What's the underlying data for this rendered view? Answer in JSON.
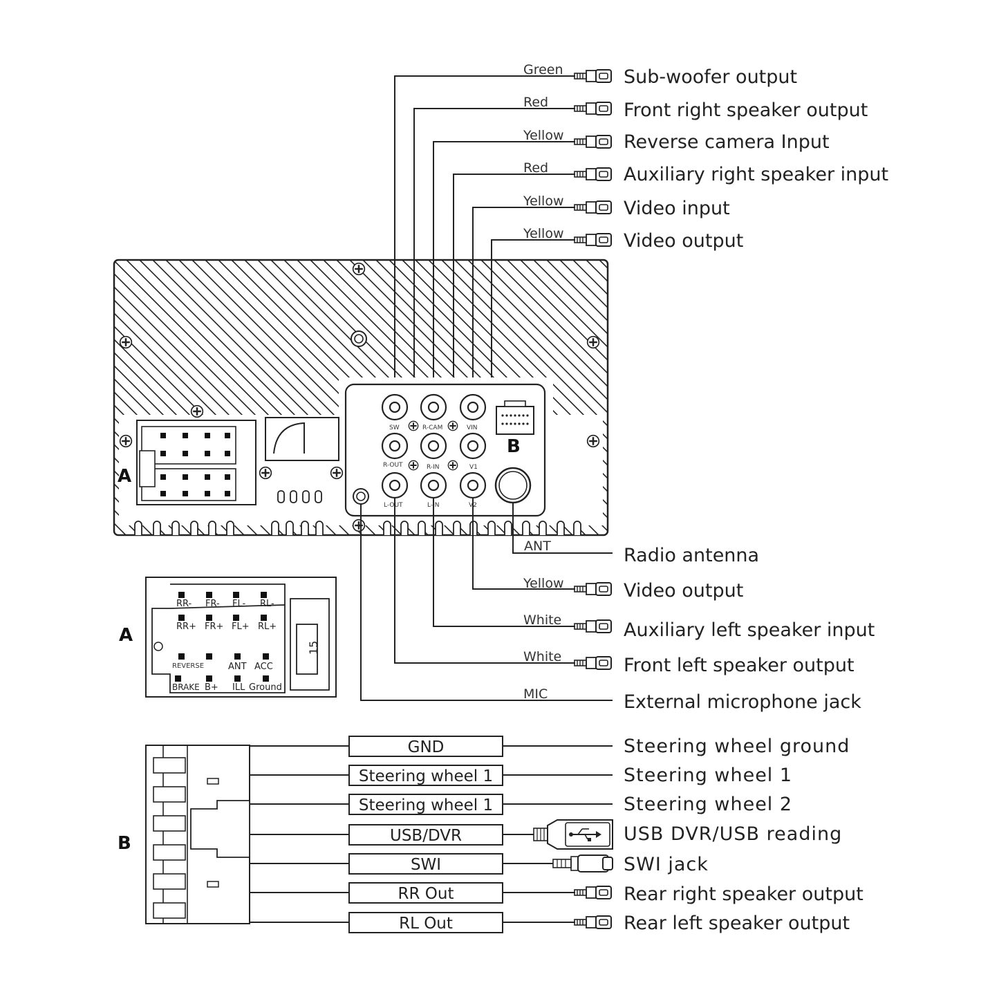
{
  "rca_top": [
    {
      "color": "Green",
      "label": "Sub-woofer output"
    },
    {
      "color": "Red",
      "label": "Front right speaker output"
    },
    {
      "color": "Yellow",
      "label": "Reverse camera Input"
    },
    {
      "color": "Red",
      "label": "Auxiliary right speaker input"
    },
    {
      "color": "Yellow",
      "label": "Video input"
    },
    {
      "color": "Yellow",
      "label": "Video output"
    }
  ],
  "rca_bottom": [
    {
      "color": "ANT",
      "label": "Radio antenna"
    },
    {
      "color": "Yellow",
      "label": "Video output"
    },
    {
      "color": "White",
      "label": "Auxiliary left speaker input"
    },
    {
      "color": "White",
      "label": "Front left speaker output"
    },
    {
      "color": "MIC",
      "label": "External microphone jack"
    }
  ],
  "unit": {
    "connector_a": "A",
    "connector_b": "B",
    "jacks": [
      "SW",
      "R-CAM",
      "VIN",
      "R-OUT",
      "R-IN",
      "V1",
      "L-OUT",
      "L-IN",
      "V2"
    ]
  },
  "harness_a": {
    "letter": "A",
    "pins_top": [
      "RR-",
      "FR-",
      "FL-",
      "RL-",
      "RR+",
      "FR+",
      "FL+",
      "RL+"
    ],
    "pins_bottom": [
      "REVERSE",
      "ANT",
      "ACC",
      "BRAKE",
      "B+",
      "ILL",
      "Ground"
    ],
    "fuse": "15"
  },
  "harness_b": {
    "letter": "B",
    "wires": [
      {
        "box": "GND",
        "label": "Steering wheel ground"
      },
      {
        "box": "Steering wheel 1",
        "label": "Steering wheel 1"
      },
      {
        "box": "Steering wheel 1",
        "label": "Steering wheel 2"
      },
      {
        "box": "USB/DVR",
        "label": "USB DVR/USB reading"
      },
      {
        "box": "SWI",
        "label": "SWI jack"
      },
      {
        "box": "RR Out",
        "label": "Rear right speaker output"
      },
      {
        "box": "RL Out",
        "label": "Rear left speaker output"
      }
    ]
  }
}
